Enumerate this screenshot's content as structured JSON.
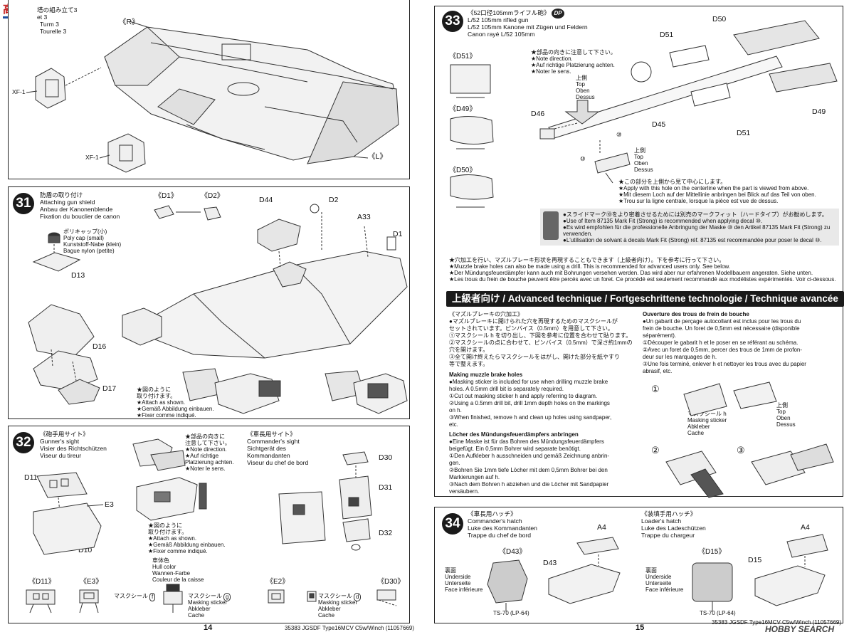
{
  "logo": "高手",
  "left_page": {
    "step30": {
      "title_lines": [
        "塔の組み立て3",
        "et 3",
        "Turm 3",
        "Tourelle 3"
      ],
      "labels": {
        "R": "《R》",
        "L": "《L》",
        "xf1_a": "XF-1",
        "xf1_b": "XF-1"
      }
    },
    "step31": {
      "number": "31",
      "title_lines": [
        "防盾の取り付け",
        "Attaching gun shield",
        "Anbau der Kanonenblende",
        "Fixation du bouclier de canon"
      ],
      "parts": {
        "d1_box": "《D1》",
        "d2_box": "《D2》",
        "d44": "D44",
        "d2": "D2",
        "a33": "A33",
        "d1": "D1",
        "d13": "D13",
        "d16": "D16",
        "d17": "D17"
      },
      "poly_cap_lines": [
        "ポリキャップ(小)",
        "Poly cap (small)",
        "Kunststoff-Nabe (klein)",
        "Bague nylon (petite)"
      ],
      "note_lines": [
        "★図のように",
        "取り付けます。",
        "★Attach as shown.",
        "★Gemäß Abbildung einbauen.",
        "★Fixer comme indiqué."
      ]
    },
    "step32": {
      "number": "32",
      "gunner_lines": [
        "《砲手用サイト》",
        "Gunner's sight",
        "Visier des Richtschützen",
        "Viseur du tireur"
      ],
      "commander_lines": [
        "《車長用サイト》",
        "Commander's sight",
        "Sichtgerät des",
        "Kommandanten",
        "Viseur du chef de bord"
      ],
      "direction_lines": [
        "★部品の向きに",
        "注意して下さい。",
        "★Note direction.",
        "★Auf richtige",
        "Platzierung achten.",
        "★Noter le sens."
      ],
      "attach_lines": [
        "★図のように",
        "取り付けます。",
        "★Attach as shown.",
        "★Gemäß Abbildung einbauen.",
        "★Fixer comme indiqué."
      ],
      "hull_color_lines": [
        "車体色",
        "Hull color",
        "Wannen-Farbe",
        "Couleur de la caisse"
      ],
      "parts": {
        "d11": "D11",
        "e3": "E3",
        "d10": "D10",
        "d30": "D30",
        "d31": "D31",
        "e2": "E2",
        "d32": "D32",
        "d11_box": "《D11》",
        "e3_box": "《E3》",
        "e2_box": "《E2》",
        "d30_box": "《D30》"
      },
      "sticker_g_lines": [
        "マスクシール",
        "Masking sticker",
        "Abkleber",
        "Cache"
      ],
      "sticker_g_letter": "g",
      "sticker_f_letter": "f",
      "sticker_d_lines": [
        "マスクシール",
        "Masking sticker",
        "Abkleber",
        "Cache"
      ],
      "sticker_d_letter": "d"
    },
    "page_number": "14",
    "footer": "35383 JGSDF Type16MCV C5w/Winch (11057669)"
  },
  "right_page": {
    "step33": {
      "number": "33",
      "title_lines": [
        "《52口径105mmライフル砲》",
        "L/52 105mm rifled gun",
        "L/52 105mm Kanone mit Zügen und Feldern",
        "Canon rayé L/52 105mm"
      ],
      "dp": "DP",
      "direction_lines": [
        "★部品の向きに注意して下さい。",
        "★Note direction.",
        "★Auf richtige Platzierung achten.",
        "★Noter le sens."
      ],
      "up_lines": [
        "上側",
        "Top",
        "Oben",
        "Dessus"
      ],
      "up_lines_2": [
        "上側",
        "Top",
        "Oben",
        "Dessus"
      ],
      "parts": {
        "d51_box": "《D51》",
        "d49_box": "《D49》",
        "d50_box": "《D50》",
        "d50": "D50",
        "d51a": "D51",
        "d46": "D46",
        "d45": "D45",
        "d51b": "D51",
        "d49": "D49"
      },
      "marker": "⑩",
      "centerline_lines": [
        "★この部分を上側から見て中心にします。",
        "★Apply with this hole on the centerline when the part is viewed from above.",
        "★Mit diesem Loch auf der Mittellinie anbringen bei Blick auf das Teil von oben.",
        "★Trou sur la ligne centrale, lorsque la pièce est vue de dessus."
      ],
      "markfit_lines": [
        "●スライドマーク⑩をより密着させるためには別売のマークフィット（ハードタイプ）がお勧めします。",
        "●Use of Item 87135 Mark Fit (Strong) is recommended when applying decal ⑩.",
        "●Es wird empfohlen für die professionelle Anbringung der Maske ⑩ den Artikel 87135 Mark Fit (Strong) zu",
        "verwenden.",
        "●L'utilisation de solvant à decals Mark Fit (Strong) réf. 87135 est recommandée pour poser le decal ⑩."
      ],
      "drill_lines": [
        "★穴加工を行い、マズルブレーキ形状を再現することもできます（上級者向け）。下を参考に行って下さい。",
        "★Muzzle brake holes can also be made using a drill. This is recommended for advanced users only. See below.",
        "★Der Mündungsfeuerdämpfer kann auch mit Bohrungen versehen werden. Das wird aber nur erfahrenen Modellbauern angeraten. Siehe unten.",
        "★Les trous du frein de bouche peuvent être percés avec un foret. Ce procédé est seulement recommandé aux modélistes expérimentés. Voir ci-dessous."
      ],
      "advanced_title": "上級者向け / Advanced technique / Fortgeschrittene technologie / Technique avancée",
      "jp_col": [
        "《マズルブレーキの穴加工》",
        "●マズルブレーキに開けられた穴を再現するためのマスクシールが",
        "セットされています。ピンバイス（0.5mm）を用意して下さい。",
        "①マスクシール h を切り出し、下図を参考に位置を合わせて貼ります。",
        "②マスクシールの点に合わせて、ピンバイス（0.5mm）で深さ約1mmの",
        "穴を開けます。",
        "③全て開け終えたらマスクシールをはがし、開けた部分を紙やすり",
        "等で整えます。"
      ],
      "en_col": [
        "Making muzzle brake holes",
        "●Masking sticker is included for use when drilling muzzle brake",
        "holes. A 0.5mm drill bit is separately required.",
        "①Cut out masking sticker h and apply referring to diagram.",
        "②Using a 0.5mm drill bit, drill 1mm depth holes on the markings",
        "on h.",
        "③When finished, remove h and clean up holes using sandpaper,",
        "etc."
      ],
      "de_col": [
        "Löcher des Mündungsfeuerdämpfers anbringen",
        "●Eine Maske ist für das Bohren des Mündungsfeuerdämpfers",
        "beigefügt. Ein 0,5mm Bohrer wird separate benötigt.",
        "①Den Aufkleber h ausschneiden und gemäß Zeichnung anbrin-",
        "gen.",
        "②Bohren Sie 1mm tiefe Löcher mit dem 0,5mm Bohrer bei den",
        "Markierungen auf h.",
        "③Nach dem Bohren h abziehen und die Löcher mit Sandpapier",
        "versäubern."
      ],
      "fr_col": [
        "Ouverture des trous de frein de bouche",
        "●Un gabarit de perçage autocollant est inclus pour les trous du",
        "frein de bouche. Un foret de 0,5mm est nécessaire (disponible",
        "séparément).",
        "①Découper le gabarit h et le poser en se référant au schéma.",
        "②Avec un foret de 0,5mm, percer des trous de 1mm de profon-",
        "deur sur les marquages de h.",
        "③Une fois terminé, enlever h et nettoyer les trous avec du papier",
        "abrasif, etc."
      ],
      "fig1": "①",
      "fig2": "②",
      "fig3": "③",
      "mask_lines": [
        "マスクシール h",
        "Masking sticker",
        "Abkleber",
        "Cache"
      ],
      "fig_up_lines": [
        "上側",
        "Top",
        "Oben",
        "Dessus"
      ]
    },
    "step34": {
      "number": "34",
      "commander_lines": [
        "《車長用ハッチ》",
        "Commander's hatch",
        "Luke des Kommandanten",
        "Trappe du chef de bord"
      ],
      "loader_lines": [
        "《装填手用ハッチ》",
        "Loader's hatch",
        "Luke des Ladeschützen",
        "Trappe du chargeur"
      ],
      "underside_lines": [
        "裏面",
        "Underside",
        "Unterseite",
        "Face inférieure"
      ],
      "underside_lines_2": [
        "裏面",
        "Underside",
        "Unterseite",
        "Face inférieure"
      ],
      "parts": {
        "d43_box": "《D43》",
        "a4a": "A4",
        "d43": "D43",
        "d15_box": "《D15》",
        "a4b": "A4",
        "d15": "D15"
      },
      "paint_a": "TS-70 (LP-64)",
      "paint_b": "TS-70 (LP-64)"
    },
    "page_number": "15",
    "footer": "35383 JGSDF Type16MCV C5w/Winch (11057669)",
    "watermark": "HOBBY SEARCH"
  }
}
